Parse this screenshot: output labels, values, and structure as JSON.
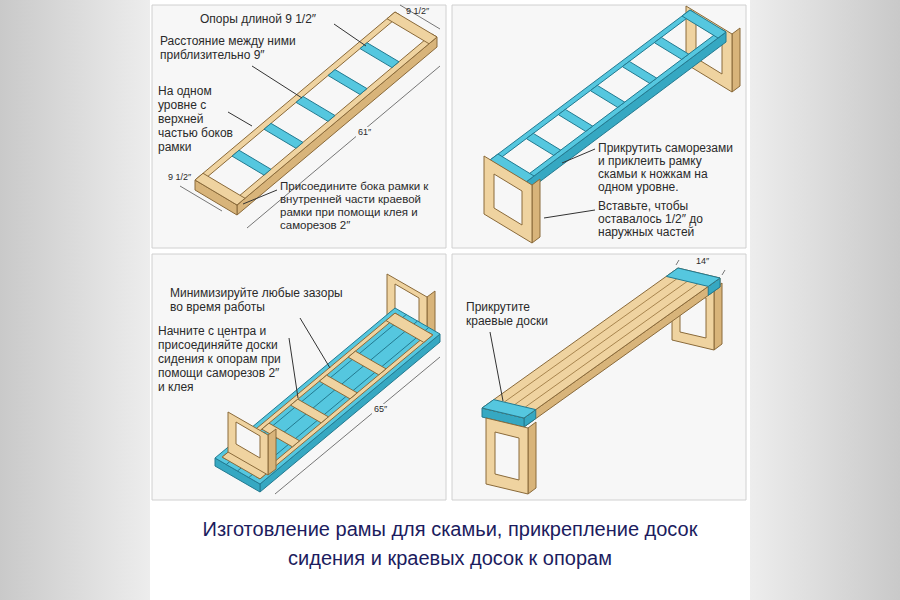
{
  "diagram": {
    "caption": "Изготовление рамы для скамьи, прикрепление досок сидения и краевых досок к опорам",
    "labels": [
      "Опоры длиной 9 1/2″",
      "9 1/2″",
      "Расстояние между ними приблизительно 9″",
      "На одном уровне с верхней частью боков рамки",
      "61″",
      "9 1/2″",
      "Присоедините бока рамки к внутренней части краевой рамки при помощи клея и саморезов 2″",
      "Прикрутить саморезами и приклеить рамку скамьи к ножкам на одном уровне.",
      "Вставьте, чтобы оставалось 1/2″ до наружных частей",
      "Минимизируйте любые зазоры во время работы",
      "Начните с центра и присоединяйте доски сидения к опорам при помощи саморезов 2″ и клея",
      "65″",
      "14″",
      "Прикрутите краевые доски"
    ]
  }
}
